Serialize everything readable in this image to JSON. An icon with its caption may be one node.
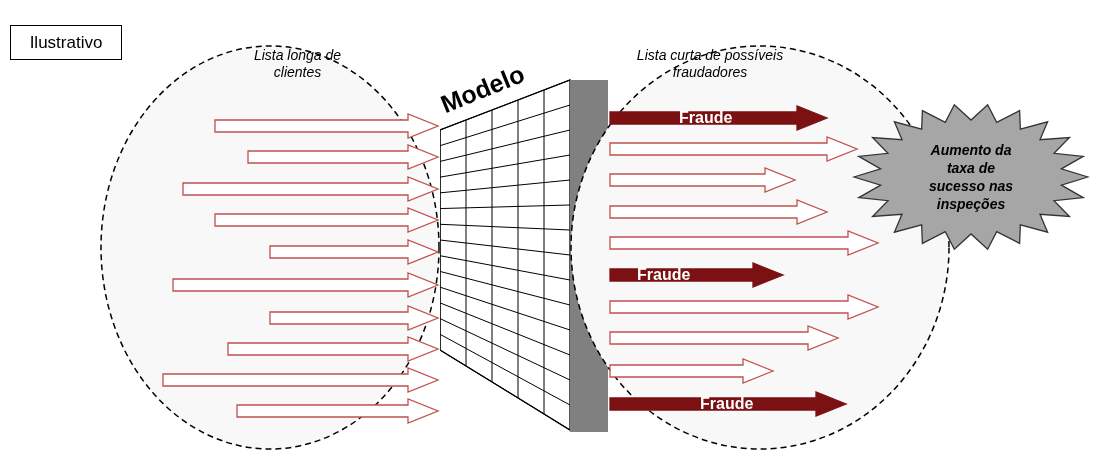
{
  "diagram": {
    "nodes": [
      {
        "text": [
          "Ilustrativo"
        ]
      },
      {
        "text": [
          "Lista longa de clientes"
        ]
      },
      {
        "text": [
          "Modelo"
        ]
      },
      {
        "text": [
          "Lista curta de possíveis fraudadores"
        ]
      },
      {
        "text": [
          "Aumento da taxa de sucesso nas inspeções"
        ]
      }
    ],
    "edges": [
      {
        "from": null,
        "to": 2,
        "arrow": "to"
      },
      {
        "from": null,
        "to": 2,
        "arrow": "to"
      },
      {
        "from": null,
        "to": 2,
        "arrow": "to"
      },
      {
        "from": null,
        "to": 2,
        "arrow": "to"
      },
      {
        "from": null,
        "to": 2,
        "arrow": "to"
      },
      {
        "from": null,
        "to": 2,
        "arrow": "to"
      },
      {
        "from": null,
        "to": 2,
        "arrow": "to"
      },
      {
        "from": null,
        "to": 2,
        "arrow": "to"
      },
      {
        "from": null,
        "to": 2,
        "arrow": "to"
      },
      {
        "from": null,
        "to": 2,
        "arrow": "to"
      },
      {
        "from": 2,
        "to": null,
        "arrow": "to",
        "label": "Fraude",
        "style": "thick",
        "color": "#7b1113"
      },
      {
        "from": 2,
        "to": null,
        "arrow": "to"
      },
      {
        "from": 2,
        "to": null,
        "arrow": "to"
      },
      {
        "from": 2,
        "to": null,
        "arrow": "to"
      },
      {
        "from": 2,
        "to": null,
        "arrow": "to"
      },
      {
        "from": 2,
        "to": null,
        "arrow": "to",
        "label": "Fraude",
        "style": "thick",
        "color": "#7b1113"
      },
      {
        "from": 2,
        "to": null,
        "arrow": "to"
      },
      {
        "from": 2,
        "to": null,
        "arrow": "to"
      },
      {
        "from": 2,
        "to": null,
        "arrow": "to"
      },
      {
        "from": 2,
        "to": null,
        "arrow": "to",
        "label": "Fraude",
        "style": "thick",
        "color": "#7b1113"
      }
    ]
  }
}
